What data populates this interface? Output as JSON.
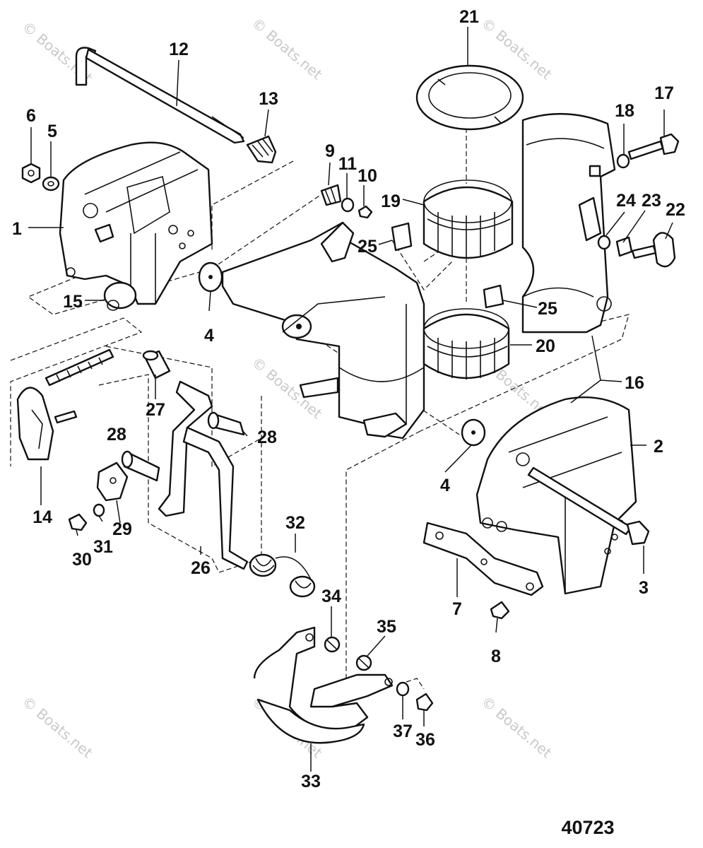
{
  "figure_number": "40723",
  "watermark_text": "© Boats.net",
  "callouts": [
    "1",
    "2",
    "3",
    "4",
    "4",
    "5",
    "6",
    "7",
    "8",
    "9",
    "10",
    "11",
    "12",
    "13",
    "14",
    "15",
    "16",
    "17",
    "18",
    "19",
    "20",
    "21",
    "22",
    "23",
    "24",
    "25",
    "25",
    "26",
    "27",
    "28",
    "28",
    "29",
    "30",
    "31",
    "32",
    "33",
    "34",
    "35",
    "36",
    "37"
  ],
  "colors": {
    "line": "#111111",
    "background": "#ffffff",
    "watermark": "#c9c9c9"
  }
}
